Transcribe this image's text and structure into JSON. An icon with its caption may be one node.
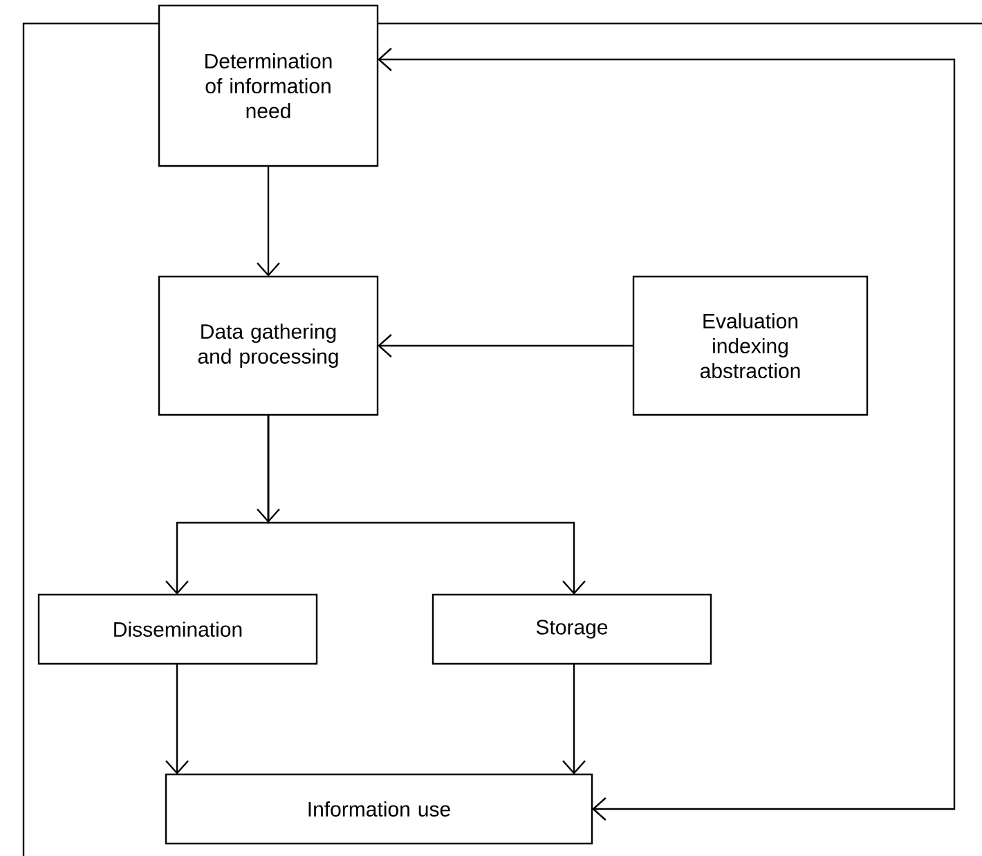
{
  "diagram": {
    "nodes": [
      {
        "text": [
          "Determination of information need"
        ]
      },
      {
        "text": [
          "Data gathering and processing"
        ]
      },
      {
        "text": [
          "Evaluation indexing abstraction"
        ]
      },
      {
        "text": [
          "Dissemination"
        ]
      },
      {
        "text": [
          "Storage"
        ]
      },
      {
        "text": [
          "Information use"
        ]
      }
    ],
    "edges": [
      {
        "from": 0,
        "to": 1,
        "arrow": "to"
      },
      {
        "from": 2,
        "to": 1,
        "arrow": "to"
      },
      {
        "from": 1,
        "to": 3,
        "arrow": "to"
      },
      {
        "from": 1,
        "to": 4,
        "arrow": "to"
      },
      {
        "from": 3,
        "to": 5,
        "arrow": "to"
      },
      {
        "from": 4,
        "to": 5,
        "arrow": "to"
      },
      {
        "from": 5,
        "to": 0,
        "arrow": "both"
      }
    ]
  }
}
